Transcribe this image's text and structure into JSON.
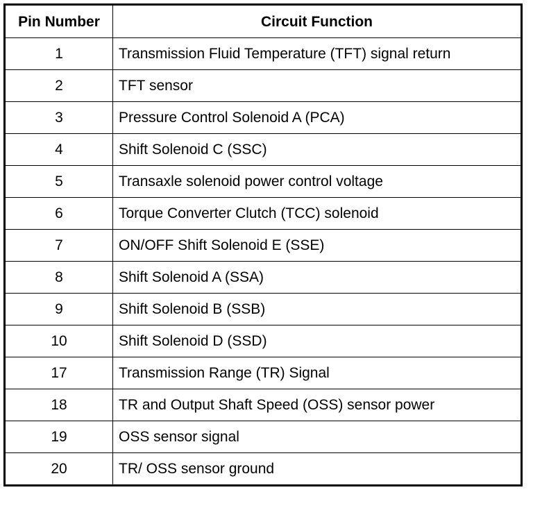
{
  "table": {
    "headers": {
      "pin": "Pin Number",
      "function": "Circuit Function"
    },
    "rows": [
      {
        "pin": "1",
        "function": "Transmission Fluid Temperature (TFT) signal return"
      },
      {
        "pin": "2",
        "function": "TFT sensor"
      },
      {
        "pin": "3",
        "function": "Pressure Control Solenoid A (PCA)"
      },
      {
        "pin": "4",
        "function": "Shift Solenoid C (SSC)"
      },
      {
        "pin": "5",
        "function": "Transaxle solenoid power control voltage"
      },
      {
        "pin": "6",
        "function": "Torque Converter Clutch (TCC) solenoid"
      },
      {
        "pin": "7",
        "function": "ON/OFF Shift Solenoid E (SSE)"
      },
      {
        "pin": "8",
        "function": "Shift Solenoid A (SSA)"
      },
      {
        "pin": "9",
        "function": "Shift Solenoid B (SSB)"
      },
      {
        "pin": "10",
        "function": "Shift Solenoid D (SSD)"
      },
      {
        "pin": "17",
        "function": "Transmission Range (TR) Signal"
      },
      {
        "pin": "18",
        "function": "TR and Output Shaft Speed (OSS) sensor power"
      },
      {
        "pin": "19",
        "function": "OSS sensor signal"
      },
      {
        "pin": "20",
        "function": "TR/ OSS sensor ground"
      }
    ]
  }
}
